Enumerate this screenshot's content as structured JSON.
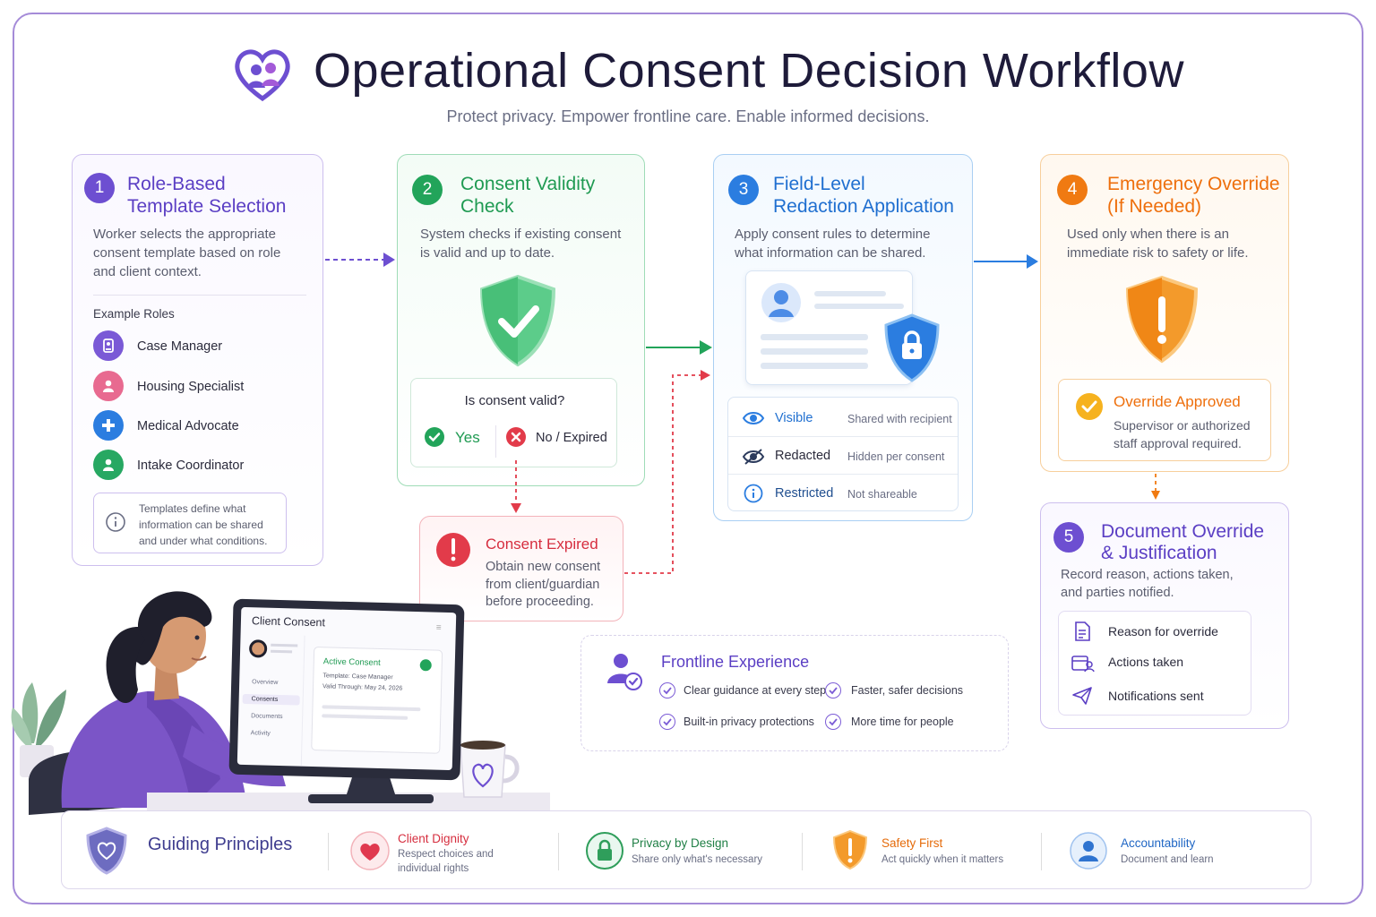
{
  "header": {
    "title": "Operational Consent Decision Workflow",
    "subtitle": "Protect privacy. Empower frontline care. Enable informed decisions."
  },
  "step1": {
    "number": "1",
    "title_line1": "Role-Based",
    "title_line2": "Template Selection",
    "description": "Worker selects the appropriate consent template based on role and client context.",
    "roles_heading": "Example Roles",
    "roles": [
      "Case Manager",
      "Housing Specialist",
      "Medical Advocate",
      "Intake Coordinator"
    ],
    "note": "Templates define what information can be shared and under what conditions."
  },
  "step2": {
    "number": "2",
    "title_line1": "Consent Validity",
    "title_line2": "Check",
    "description": "System checks if existing consent is valid and up to date.",
    "question": "Is consent valid?",
    "yes": "Yes",
    "no": "No / Expired"
  },
  "expired": {
    "title": "Consent Expired",
    "description": "Obtain new consent from client/guardian before proceeding."
  },
  "step3": {
    "number": "3",
    "title_line1": "Field-Level",
    "title_line2": "Redaction Application",
    "description": "Apply consent rules to determine what information can be shared.",
    "rows": [
      {
        "label": "Visible",
        "desc": "Shared with recipient"
      },
      {
        "label": "Redacted",
        "desc": "Hidden per consent"
      },
      {
        "label": "Restricted",
        "desc": "Not shareable"
      }
    ]
  },
  "step4": {
    "number": "4",
    "title_line1": "Emergency Override",
    "title_line2": "(If Needed)",
    "description": "Used only when there is an immediate risk to safety or life.",
    "approved_title": "Override Approved",
    "approved_desc": "Supervisor or authorized staff approval required."
  },
  "step5": {
    "number": "5",
    "title_line1": "Document Override",
    "title_line2": "& Justification",
    "description": "Record reason, actions taken, and parties notified.",
    "items": [
      "Reason for override",
      "Actions taken",
      "Notifications sent"
    ]
  },
  "frontline": {
    "title": "Frontline Experience",
    "benefits": [
      "Clear guidance at every step",
      "Faster, safer decisions",
      "Built-in privacy protections",
      "More time for people"
    ]
  },
  "monitor": {
    "title": "Client Consent",
    "nav": [
      "Overview",
      "Consents",
      "Documents",
      "Activity"
    ],
    "active_title": "Active Consent",
    "template": "Template: Case Manager",
    "valid": "Valid Through: May 24, 2026"
  },
  "principles": {
    "title": "Guiding Principles",
    "items": [
      {
        "title": "Client Dignity",
        "desc1": "Respect choices and",
        "desc2": "individual rights",
        "color": "#e0394f"
      },
      {
        "title": "Privacy by Design",
        "desc1": "Share only what's necessary",
        "desc2": "",
        "color": "#2f9e5b"
      },
      {
        "title": "Safety First",
        "desc1": "Act quickly when it matters",
        "desc2": "",
        "color": "#ef7d1a"
      },
      {
        "title": "Accountability",
        "desc1": "Document and learn",
        "desc2": "",
        "color": "#2f74d0"
      }
    ]
  },
  "colors": {
    "purple": "#6d4fd1",
    "green": "#22a45a",
    "blue": "#2b7de0",
    "orange": "#f07a12",
    "red": "#e23b4a"
  }
}
